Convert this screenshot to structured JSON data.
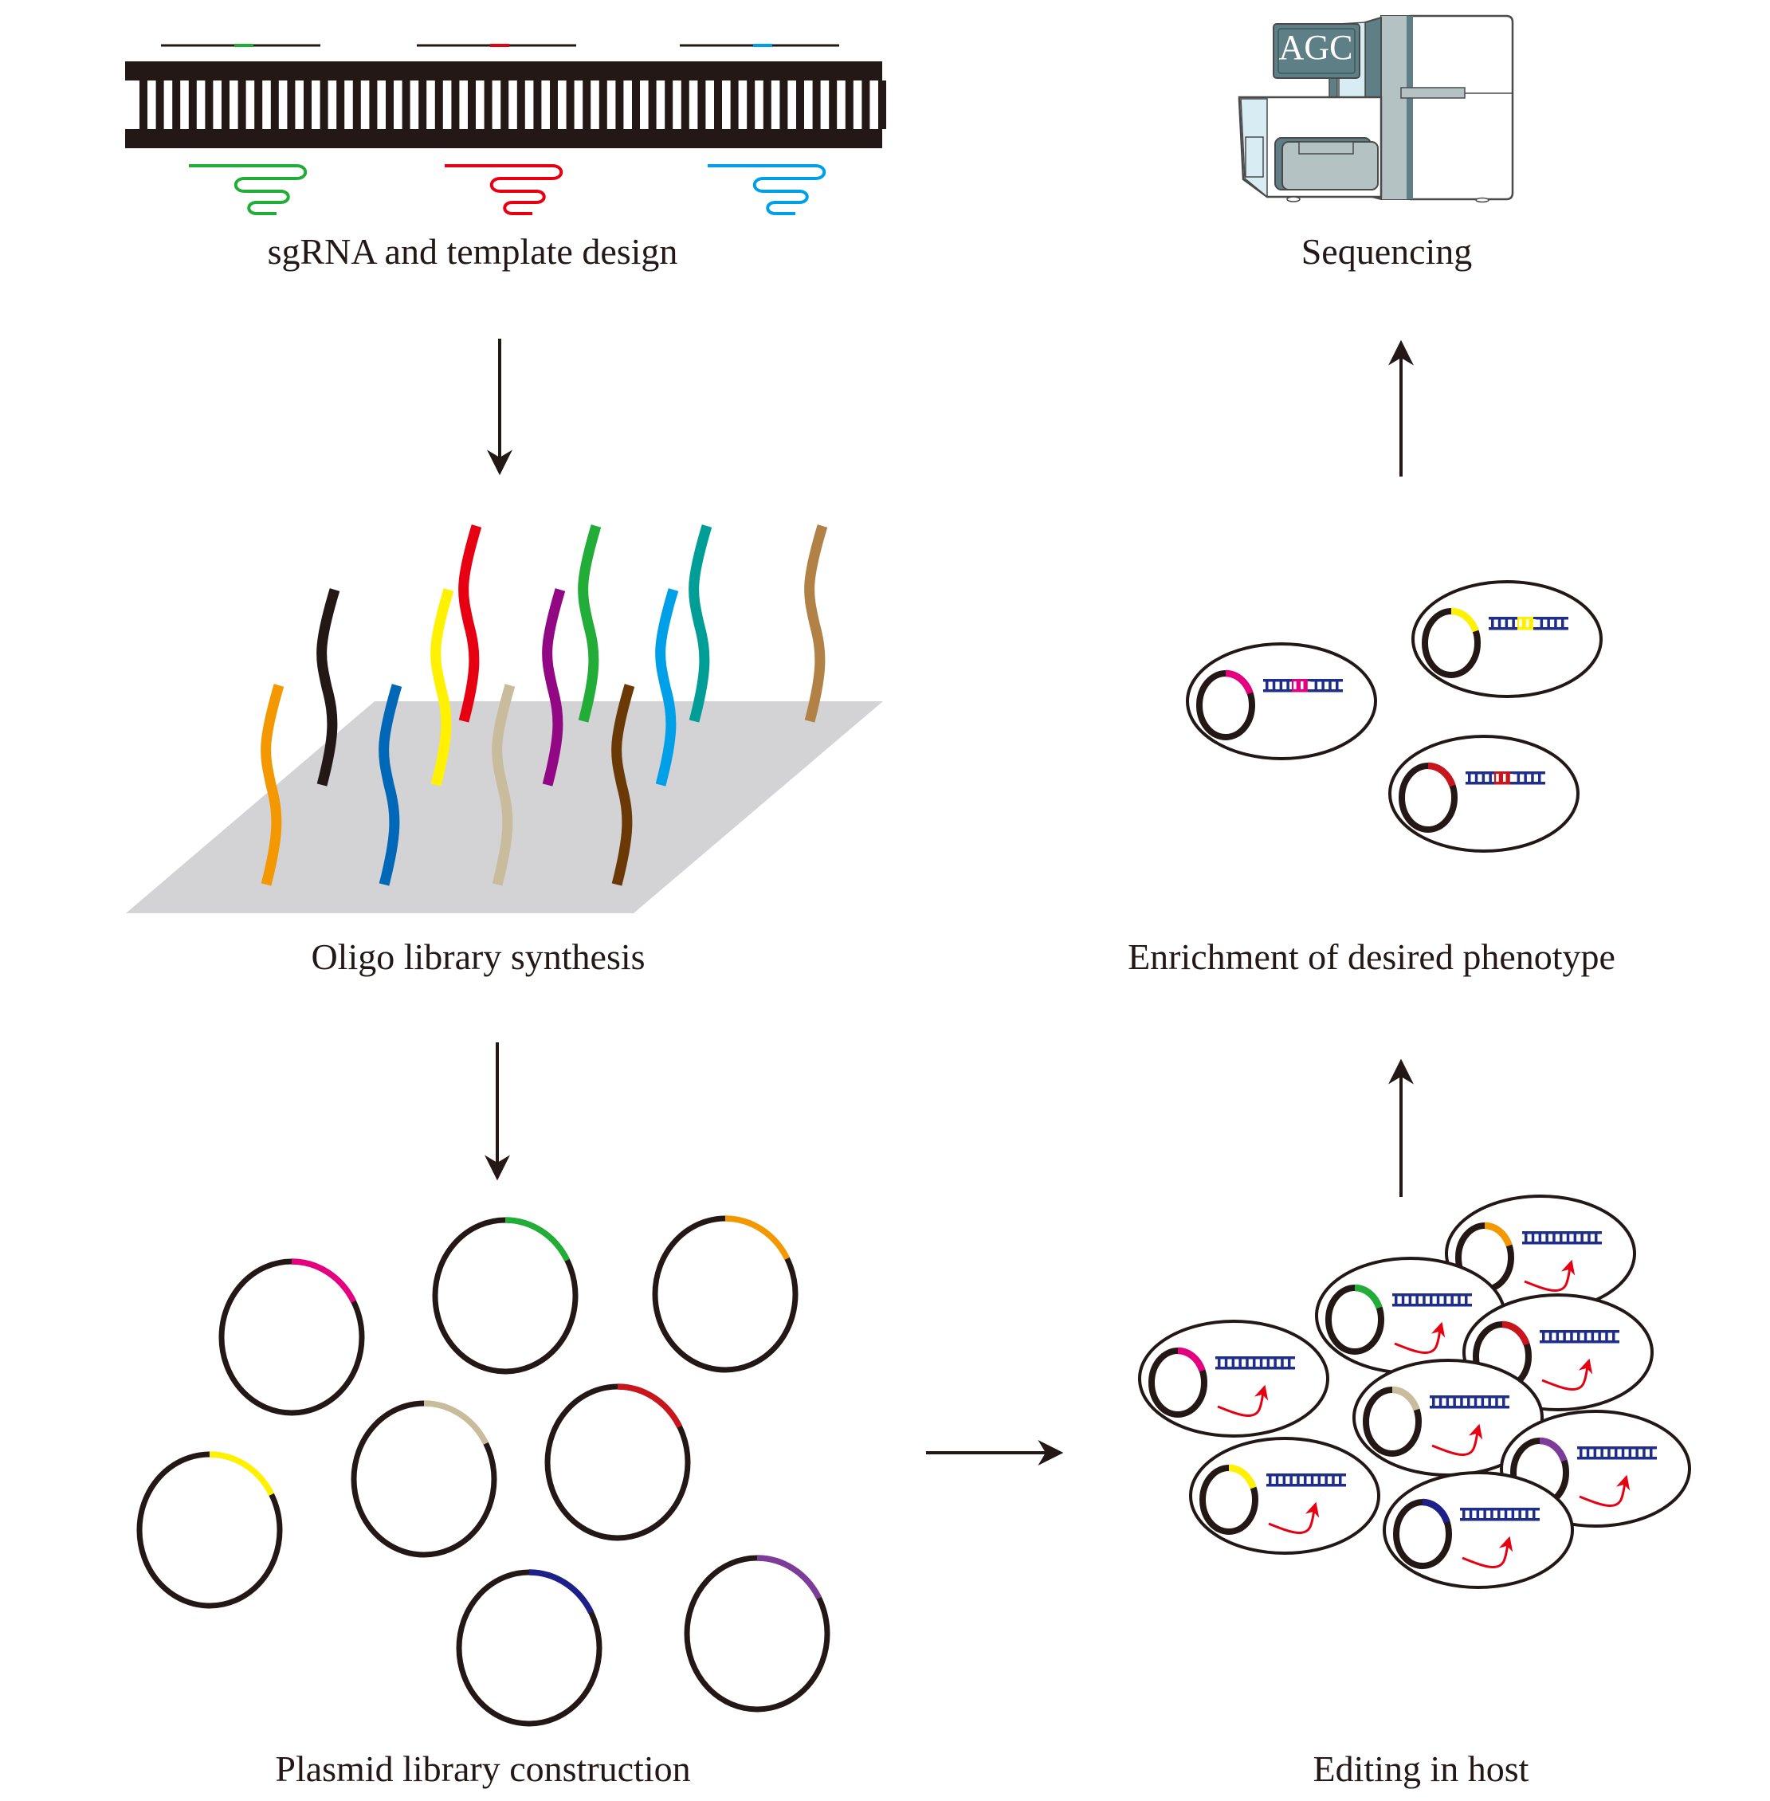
{
  "figure": {
    "steps": [
      {
        "id": "sgrna-design",
        "label": "sgRNA and template design"
      },
      {
        "id": "oligo-synthesis",
        "label": "Oligo library synthesis"
      },
      {
        "id": "plasmid-construction",
        "label": "Plasmid library construction"
      },
      {
        "id": "editing-in-host",
        "label": "Editing in host"
      },
      {
        "id": "enrichment",
        "label": "Enrichment of desired phenotype"
      },
      {
        "id": "sequencing",
        "label": "Sequencing"
      }
    ],
    "sequencer_screen_text": "AGC",
    "colors": {
      "ink": "#231815",
      "dna_ladder": "#1f2e8a",
      "edit_arrow": "#e60012",
      "platform": "#d3d3d6",
      "sequencer_dark": "#5f7f86",
      "sequencer_mid": "#b4c2c3",
      "sequencer_light": "#d8ecf3"
    },
    "sgrna_design": {
      "guides": [
        {
          "color": "#22ac38"
        },
        {
          "color": "#e60012"
        },
        {
          "color": "#00a0e9"
        }
      ]
    },
    "oligos": [
      {
        "color": "#f39800"
      },
      {
        "color": "#231815"
      },
      {
        "color": "#0068b7"
      },
      {
        "color": "#fff100"
      },
      {
        "color": "#e60012"
      },
      {
        "color": "#c9bc9c"
      },
      {
        "color": "#920783"
      },
      {
        "color": "#22ac38"
      },
      {
        "color": "#6a3906"
      },
      {
        "color": "#00a0e9"
      },
      {
        "color": "#009e96"
      },
      {
        "color": "#b28146"
      }
    ],
    "plasmids": [
      {
        "color": "#e4007f"
      },
      {
        "color": "#22ac38"
      },
      {
        "color": "#f39800"
      },
      {
        "color": "#fff100"
      },
      {
        "color": "#c9bc9c"
      },
      {
        "color": "#c9161d"
      },
      {
        "color": "#1d2088"
      },
      {
        "color": "#7d3c98"
      }
    ],
    "host_cells": [
      {
        "color": "#f39800"
      },
      {
        "color": "#22ac38"
      },
      {
        "color": "#c9161d"
      },
      {
        "color": "#e4007f"
      },
      {
        "color": "#c9bc9c"
      },
      {
        "color": "#7d3c98"
      },
      {
        "color": "#fff100"
      },
      {
        "color": "#1d2088"
      }
    ],
    "enriched_cells": [
      {
        "color": "#fff100"
      },
      {
        "color": "#e4007f"
      },
      {
        "color": "#c9161d"
      }
    ]
  }
}
